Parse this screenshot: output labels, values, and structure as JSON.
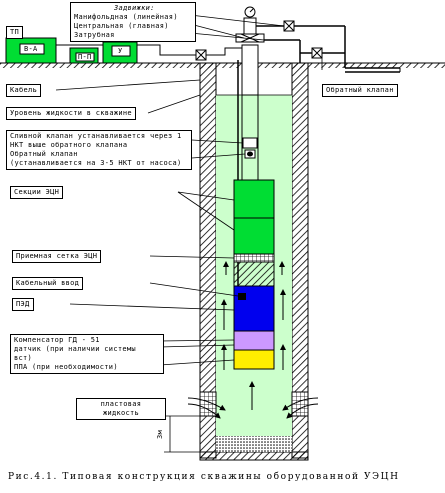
{
  "labels": {
    "tp": "ТП",
    "box1": "В-А",
    "box2": "П-П",
    "box3": "У",
    "cable": "Кабель",
    "fluid_level": "Уровень жидкости в скважине",
    "valves_title": "Задвижки:",
    "valve_lines": "Манифольдная (линейная)\nЦентральная (главная)\nЗатрубная",
    "check_valve": "Обратный клапан",
    "drain_valve_lines": "Сливной клапан устанавливается через 1\nНКТ выше обратного клапана\nОбратный клапан\n(устанавливается на 3-5 НКТ от насоса)",
    "esp_sections": "Секции ЭЦН",
    "intake_screen": "Приемная сетка ЭЦН",
    "cable_entry": "Кабельный ввод",
    "ped": "ПЭД",
    "compensator_lines": "Компенсатор ГД - 51\nдатчик (при наличии системы\nвст)\nППА (при необходимости)",
    "formation_fluid": "пластовая\nжидкость",
    "dim": "3м"
  },
  "caption": "Рис.4.1. Типовая конструкция скважины оборудованной УЭЦН",
  "colors": {
    "well_fluid": "#ccffcc",
    "esp_green": "#00dd33",
    "motor_blue": "#0000ee",
    "compensator_violet": "#cc99ff",
    "ppa_yellow": "#ffee00",
    "hatch": "#000000"
  }
}
